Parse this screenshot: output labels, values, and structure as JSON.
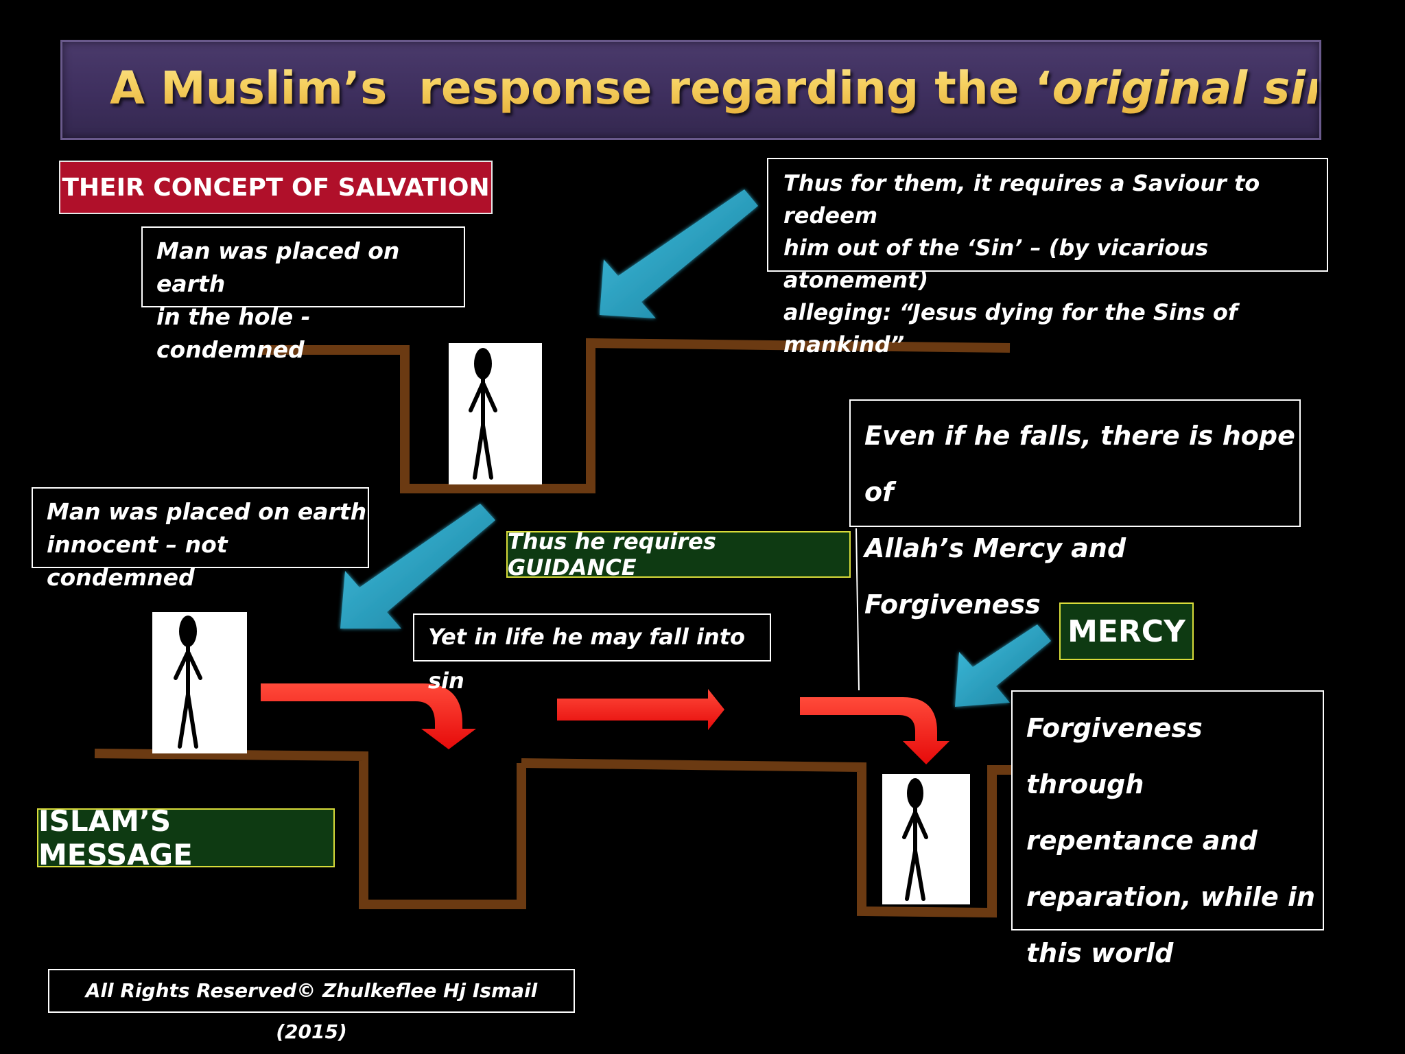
{
  "title": {
    "prefix": "A Muslim’s  response regarding the ‘",
    "italic": "original sin",
    "suffix": " ’ :"
  },
  "labels": {
    "their_concept": "THEIR CONCEPT OF SALVATION",
    "man_condemned": "Man was placed on earth\nin the hole - condemned",
    "saviour": "Thus for them, it requires a Saviour to redeem\nhim out of the ‘Sin’ – (by vicarious atonement)\n alleging: “Jesus dying for the Sins of mankind”",
    "man_innocent": "Man was placed on earth\n innocent – not condemned",
    "guidance": "Thus he requires GUIDANCE",
    "hope": "Even if he falls, there is hope of\nAllah’s Mercy and Forgiveness",
    "fall_into_sin": "Yet in life he may fall into sin",
    "mercy": "MERCY",
    "islam_message": "ISLAM’S MESSAGE",
    "forgiveness": "Forgiveness through\nrepentance and\nreparation, while in\nthis world",
    "copyright": "All Rights Reserved© Zhulkeflee Hj Ismail (2015)"
  },
  "colors": {
    "background": "#000000",
    "ground_line": "#6b3a12",
    "pointer_arrow": "#2aa3c4",
    "flow_arrow": "#ff1a14",
    "title_text": "#f2c84a",
    "title_banner": "#3e2f5e",
    "red_label": "#b0102a",
    "green_label": "#0e3a12"
  },
  "icons": {
    "figure": "stick-figure-icon",
    "pointer": "blue-arrow-icon",
    "flow": "red-arrow-icon"
  }
}
